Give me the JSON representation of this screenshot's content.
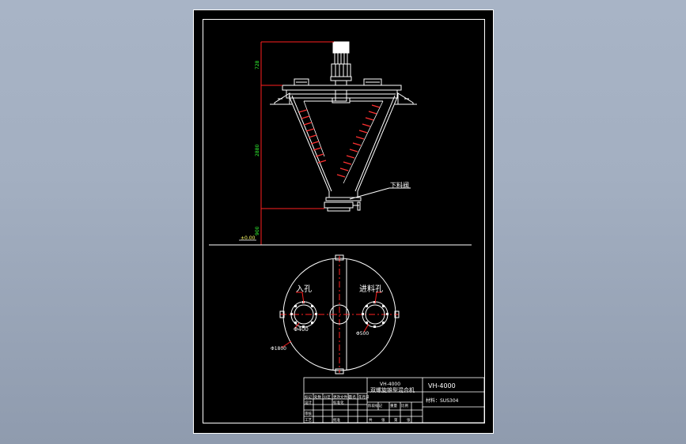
{
  "elevation": {
    "dim_top": "728",
    "dim_mid": "2880",
    "dim_bottom": "900",
    "datum": "±0.00",
    "discharge_valve": "下料阀"
  },
  "plan": {
    "manhole": "入孔",
    "manhole_dia": "Φ400",
    "feed_port": "进料孔",
    "feed_dia": "Φ500",
    "vessel_dia": "Φ1800"
  },
  "title_block": {
    "model": "VH-4000",
    "name": "双螺旋锥型混合机",
    "drawing_no": "VH-4000",
    "material": "材料：SUS304",
    "row_labels": [
      "标记",
      "处数",
      "分区",
      "更改文件号",
      "签名",
      "年月日"
    ],
    "row_labels2": [
      "设计",
      "标准化"
    ],
    "row_labels3": [
      "阶段标记",
      "重量",
      "比例"
    ],
    "row_labels4": [
      "审核"
    ],
    "row_labels5": [
      "工艺",
      "批准"
    ],
    "sheet_labels": [
      "共",
      "张",
      "第",
      "张"
    ]
  },
  "colors": {
    "sheet_bg": "#000000",
    "border": "#ffffff",
    "dimension": "#ff2020",
    "dim_text": "#33ff33",
    "annotation": "#ffffff"
  }
}
